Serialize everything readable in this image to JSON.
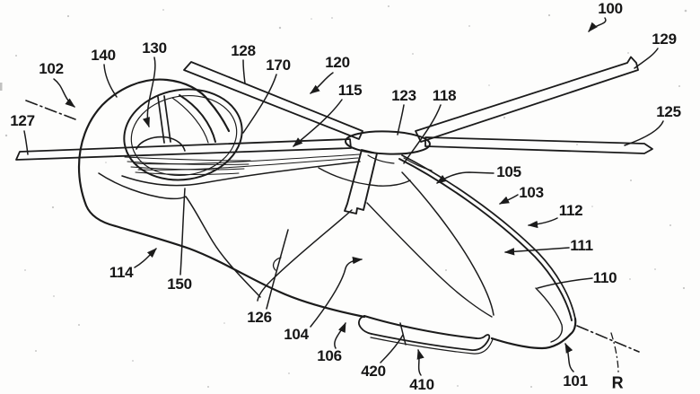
{
  "figure": {
    "kind": "patent line drawing",
    "subject": "helicopter with shrouded rear rotor duct, perspective view",
    "ink": "#1b1b1b",
    "paper": "#fdfdfc",
    "axis_letter": "R",
    "labels": {
      "n100": "100",
      "n129": "129",
      "n125": "125",
      "n127": "127",
      "n102": "102",
      "n140": "140",
      "n130": "130",
      "n128": "128",
      "n170": "170",
      "n120": "120",
      "n115": "115",
      "n123": "123",
      "n118": "118",
      "n105": "105",
      "n103": "103",
      "n112": "112",
      "n111": "111",
      "n110": "110",
      "n101": "101",
      "nR": "R",
      "n114": "114",
      "n150": "150",
      "n126": "126",
      "n104": "104",
      "n106": "106",
      "n420": "420",
      "n410": "410"
    }
  }
}
